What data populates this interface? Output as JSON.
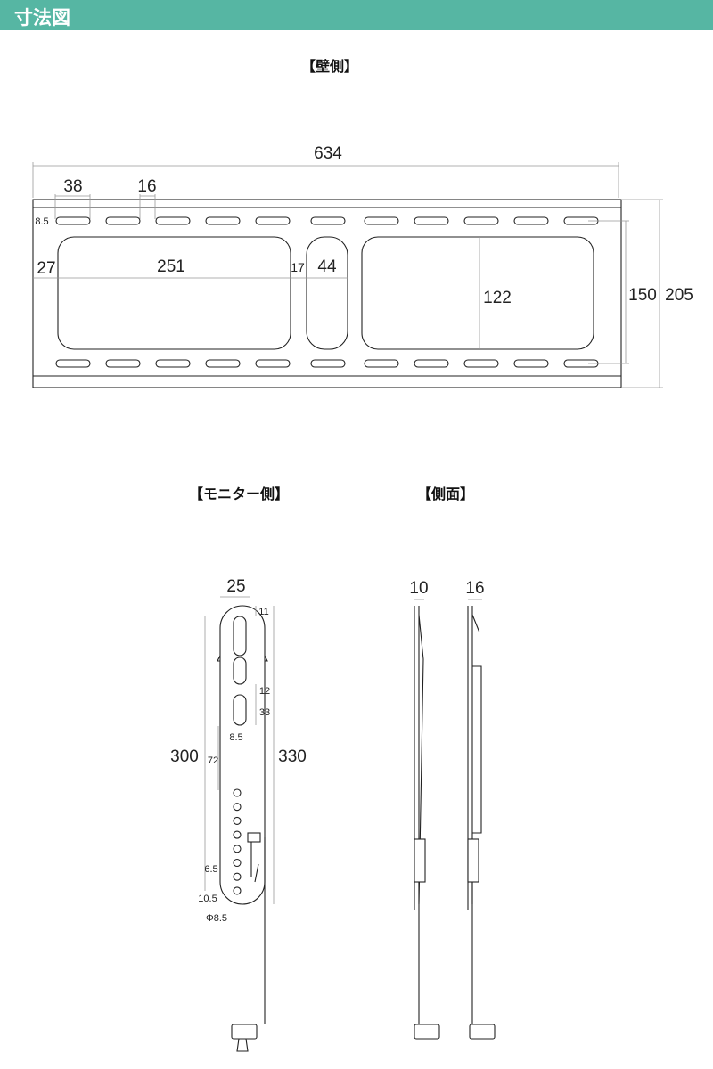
{
  "header": {
    "title": "寸法図"
  },
  "wall_side": {
    "title": "【壁側】",
    "dims": {
      "total_width": "634",
      "slot_length": "38",
      "slot_pitch": "16",
      "slot_height": "8.5",
      "left_margin": "27",
      "opening_width": "251",
      "gap": "17",
      "center_opening": "44",
      "opening_height": "122",
      "slot_span": "150",
      "total_height": "205"
    }
  },
  "monitor_side": {
    "title": "【モニター側】",
    "dims": {
      "width": "25",
      "top": "11",
      "slot_gap": "12",
      "slot_length": "33",
      "slot_width": "8.5",
      "span": "300",
      "gap": "72",
      "total_length": "330",
      "hole_pitch": "6.5",
      "bottom": "10.5",
      "hole_dia": "Φ8.5"
    }
  },
  "side_view": {
    "title": "【側面】",
    "dims": {
      "thin": "10",
      "thick": "16"
    }
  }
}
